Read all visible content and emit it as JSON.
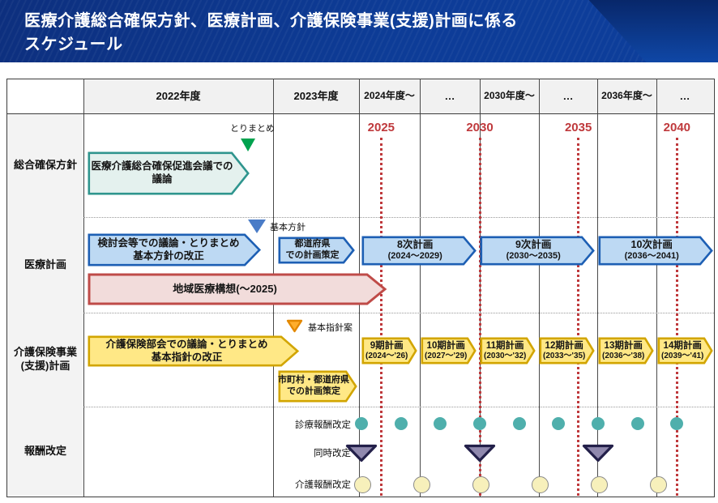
{
  "title": {
    "line1": "医療介護総合確保方針、医療計画、介護保険事業(支援)計画に係る",
    "line2": "スケジュール"
  },
  "table": {
    "column_headers": [
      "2022年度",
      "2023年度",
      "2024年度〜",
      "…",
      "2030年度〜",
      "…",
      "2036年度〜",
      "…"
    ]
  },
  "timeline": {
    "year_marks": [
      2025,
      2030,
      2035,
      2040
    ]
  },
  "general_policy": {
    "row_label": "総合確保方針",
    "summary_marker_label": "とりまとめ",
    "discussion_arrow": {
      "line1": "医療介護総合確保促進会議での",
      "line2": "議論"
    }
  },
  "medical_plan": {
    "row_label": "医療計画",
    "discussion_arrow": {
      "line1": "検討会等での議論・とりまとめ",
      "line2": "基本方針の改正"
    },
    "basic_policy_label": "基本方針",
    "prefecture_arrow": {
      "line1": "都道府県",
      "line2": "での計画策定"
    },
    "regional_vision_bar": "地域医療構想(〜2025)",
    "plans": [
      {
        "name": "8次計画",
        "period": "(2024〜2029)",
        "start": 2024,
        "end": 2029
      },
      {
        "name": "9次計画",
        "period": "(2030〜2035)",
        "start": 2030,
        "end": 2035
      },
      {
        "name": "10次計画",
        "period": "(2036〜2041)",
        "start": 2036,
        "end": 2041
      }
    ]
  },
  "care_insurance": {
    "row_label_line1": "介護保険事業",
    "row_label_line2": "(支援)計画",
    "discussion_arrow": {
      "line1": "介護保険部会での議論・とりまとめ",
      "line2": "基本指針の改正"
    },
    "draft_guideline_label": "基本指針案",
    "municipality_arrow": {
      "line1": "市町村・都道府県",
      "line2": "での計画策定"
    },
    "plans": [
      {
        "name": "9期計画",
        "period": "(2024〜'26)",
        "start": 2024,
        "end": 2026
      },
      {
        "name": "10期計画",
        "period": "(2027〜'29)",
        "start": 2027,
        "end": 2029
      },
      {
        "name": "11期計画",
        "period": "(2030〜'32)",
        "start": 2030,
        "end": 2032
      },
      {
        "name": "12期計画",
        "period": "(2033〜'35)",
        "start": 2033,
        "end": 2035
      },
      {
        "name": "13期計画",
        "period": "(2036〜'38)",
        "start": 2036,
        "end": 2038
      },
      {
        "name": "14期計画",
        "period": "(2039〜'41)",
        "start": 2039,
        "end": 2041
      }
    ]
  },
  "fee_revision": {
    "row_label": "報酬改定",
    "medical_fee_label": "診療報酬改定",
    "medical_fee_years": [
      2024,
      2026,
      2028,
      2030,
      2032,
      2034,
      2036,
      2038,
      2040
    ],
    "simultaneous_label": "同時改定",
    "simultaneous_years": [
      2024,
      2030,
      2036
    ],
    "care_fee_label": "介護報酬改定",
    "care_fee_years": [
      2024,
      2027,
      2030,
      2033,
      2036,
      2039
    ]
  },
  "colors": {
    "banner_blue": "#0d3c97",
    "teal_arrow_fill": "#e4f1ee",
    "teal_arrow_stroke": "#2f958e",
    "blue_arrow_fill": "#bdd9f3",
    "blue_arrow_stroke": "#1d5fb4",
    "pink_bar_fill": "#f2dcdb",
    "pink_bar_stroke": "#bf4b48",
    "yellow_arrow_fill": "#ffe886",
    "yellow_arrow_stroke": "#d2a500",
    "green_triangle": "#00a24e",
    "blue_triangle": "#4a7cc7",
    "orange_triangle_fill": "#ffae2c",
    "orange_triangle_stroke": "#e38800",
    "medical_fee_dot": "#4fafac",
    "care_fee_dot": "#f7f0bb",
    "simultaneous_fill": "#9089ae",
    "simultaneous_stroke": "#23204a",
    "red_dotted_line": "#bf393c"
  }
}
